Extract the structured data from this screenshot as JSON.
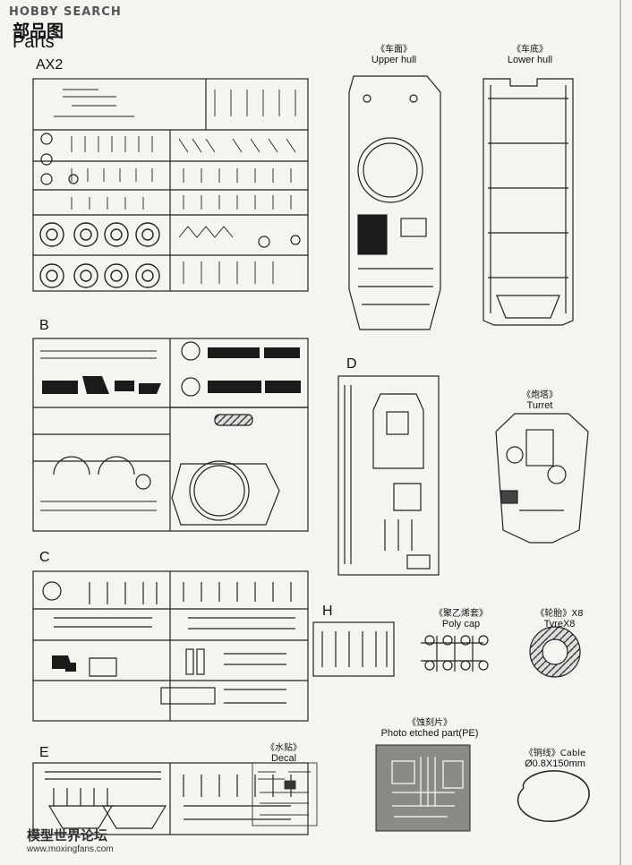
{
  "watermark": {
    "top": "HOBBY SEARCH",
    "bottom_cn": "模型世界论坛",
    "bottom_url": "www.moxingfans.com"
  },
  "header": {
    "title_cn": "部品图",
    "title_en": "Parts"
  },
  "sprues": {
    "ax2": {
      "label": "AX2"
    },
    "b": {
      "label": "B"
    },
    "c": {
      "label": "C"
    },
    "d": {
      "label": "D"
    },
    "e": {
      "label": "E"
    },
    "h": {
      "label": "H"
    }
  },
  "parts": {
    "upper_hull": {
      "cn": "《车面》",
      "en": "Upper hull"
    },
    "lower_hull": {
      "cn": "《车底》",
      "en": "Lower hull"
    },
    "turret": {
      "cn": "《炮塔》",
      "en": "Turret"
    },
    "poly_cap": {
      "cn": "《聚乙烯套》",
      "en": "Poly cap"
    },
    "tyre": {
      "cn": "《轮胎》X8",
      "en": "TyreX8"
    },
    "decal": {
      "cn": "《水贴》",
      "en": "Decal"
    },
    "photo_etched": {
      "cn": "《蚀刻片》",
      "en": "Photo etched part(PE)"
    },
    "cable": {
      "cn": "《铜线》Cable",
      "en": "Ø0.8X150mm"
    }
  }
}
